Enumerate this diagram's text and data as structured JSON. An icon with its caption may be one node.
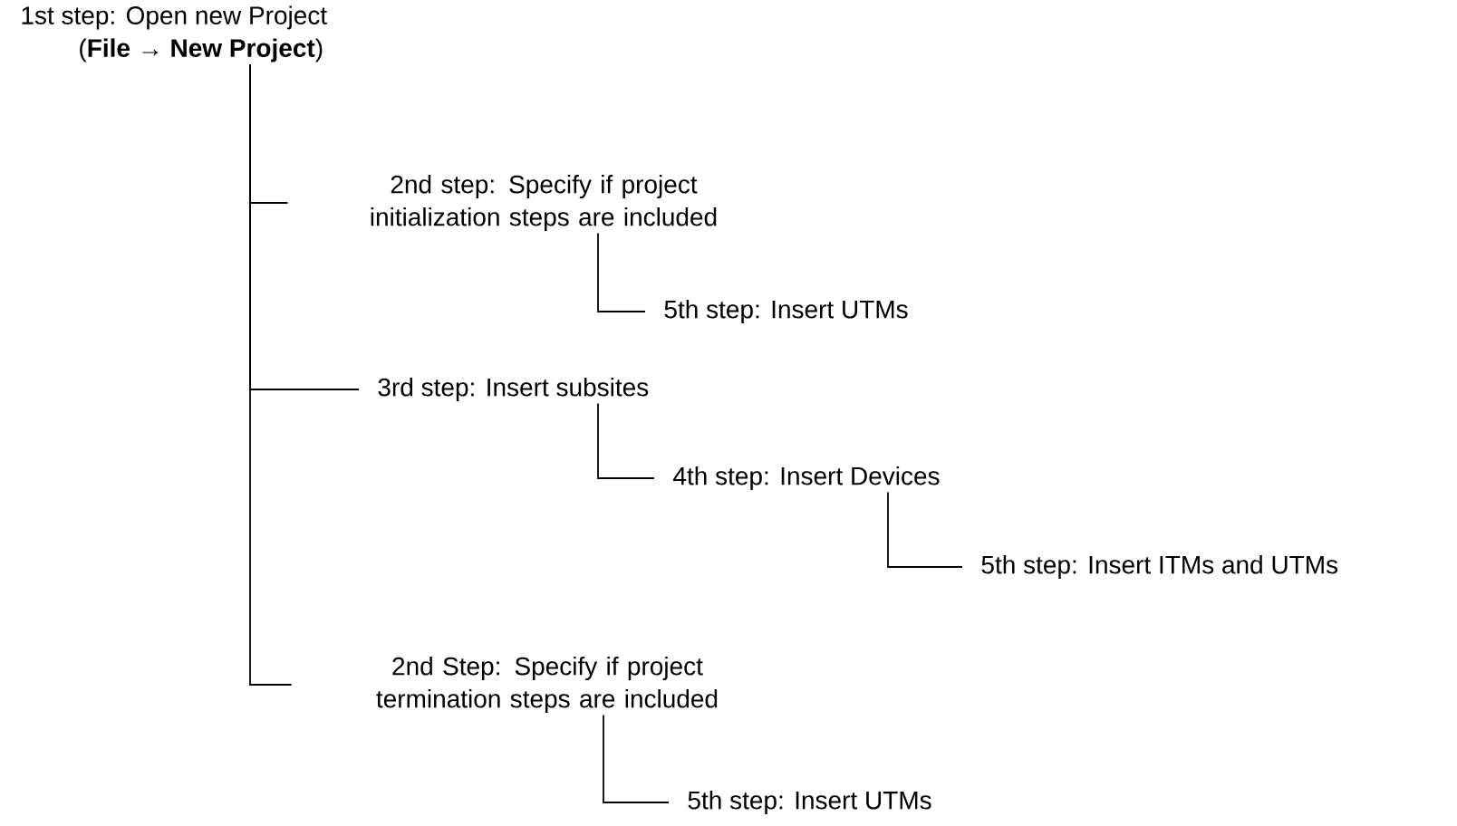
{
  "diagram": {
    "nodes": [
      {
        "text": [
          "1st step: Open new Project",
          "(**File** → **New Project**)"
        ]
      },
      {
        "text": [
          "2nd step: Specify if project initialization steps are included"
        ]
      },
      {
        "text": [
          "5th step: Insert UTMs"
        ]
      },
      {
        "text": [
          "3rd step: Insert subsites"
        ]
      },
      {
        "text": [
          "4th step: Insert Devices"
        ]
      },
      {
        "text": [
          "5th step: Insert ITMs and UTMs"
        ]
      },
      {
        "text": [
          "2nd Step: Specify if project termination steps are included"
        ]
      },
      {
        "text": [
          "5th step: Insert UTMs"
        ]
      }
    ],
    "edges": [
      {
        "from": 0,
        "to": 1,
        "arrow": "none"
      },
      {
        "from": 1,
        "to": 2,
        "arrow": "none"
      },
      {
        "from": 0,
        "to": 3,
        "arrow": "none"
      },
      {
        "from": 3,
        "to": 4,
        "arrow": "none"
      },
      {
        "from": 4,
        "to": 5,
        "arrow": "none"
      },
      {
        "from": 0,
        "to": 6,
        "arrow": "none"
      },
      {
        "from": 6,
        "to": 7,
        "arrow": "none"
      }
    ]
  }
}
